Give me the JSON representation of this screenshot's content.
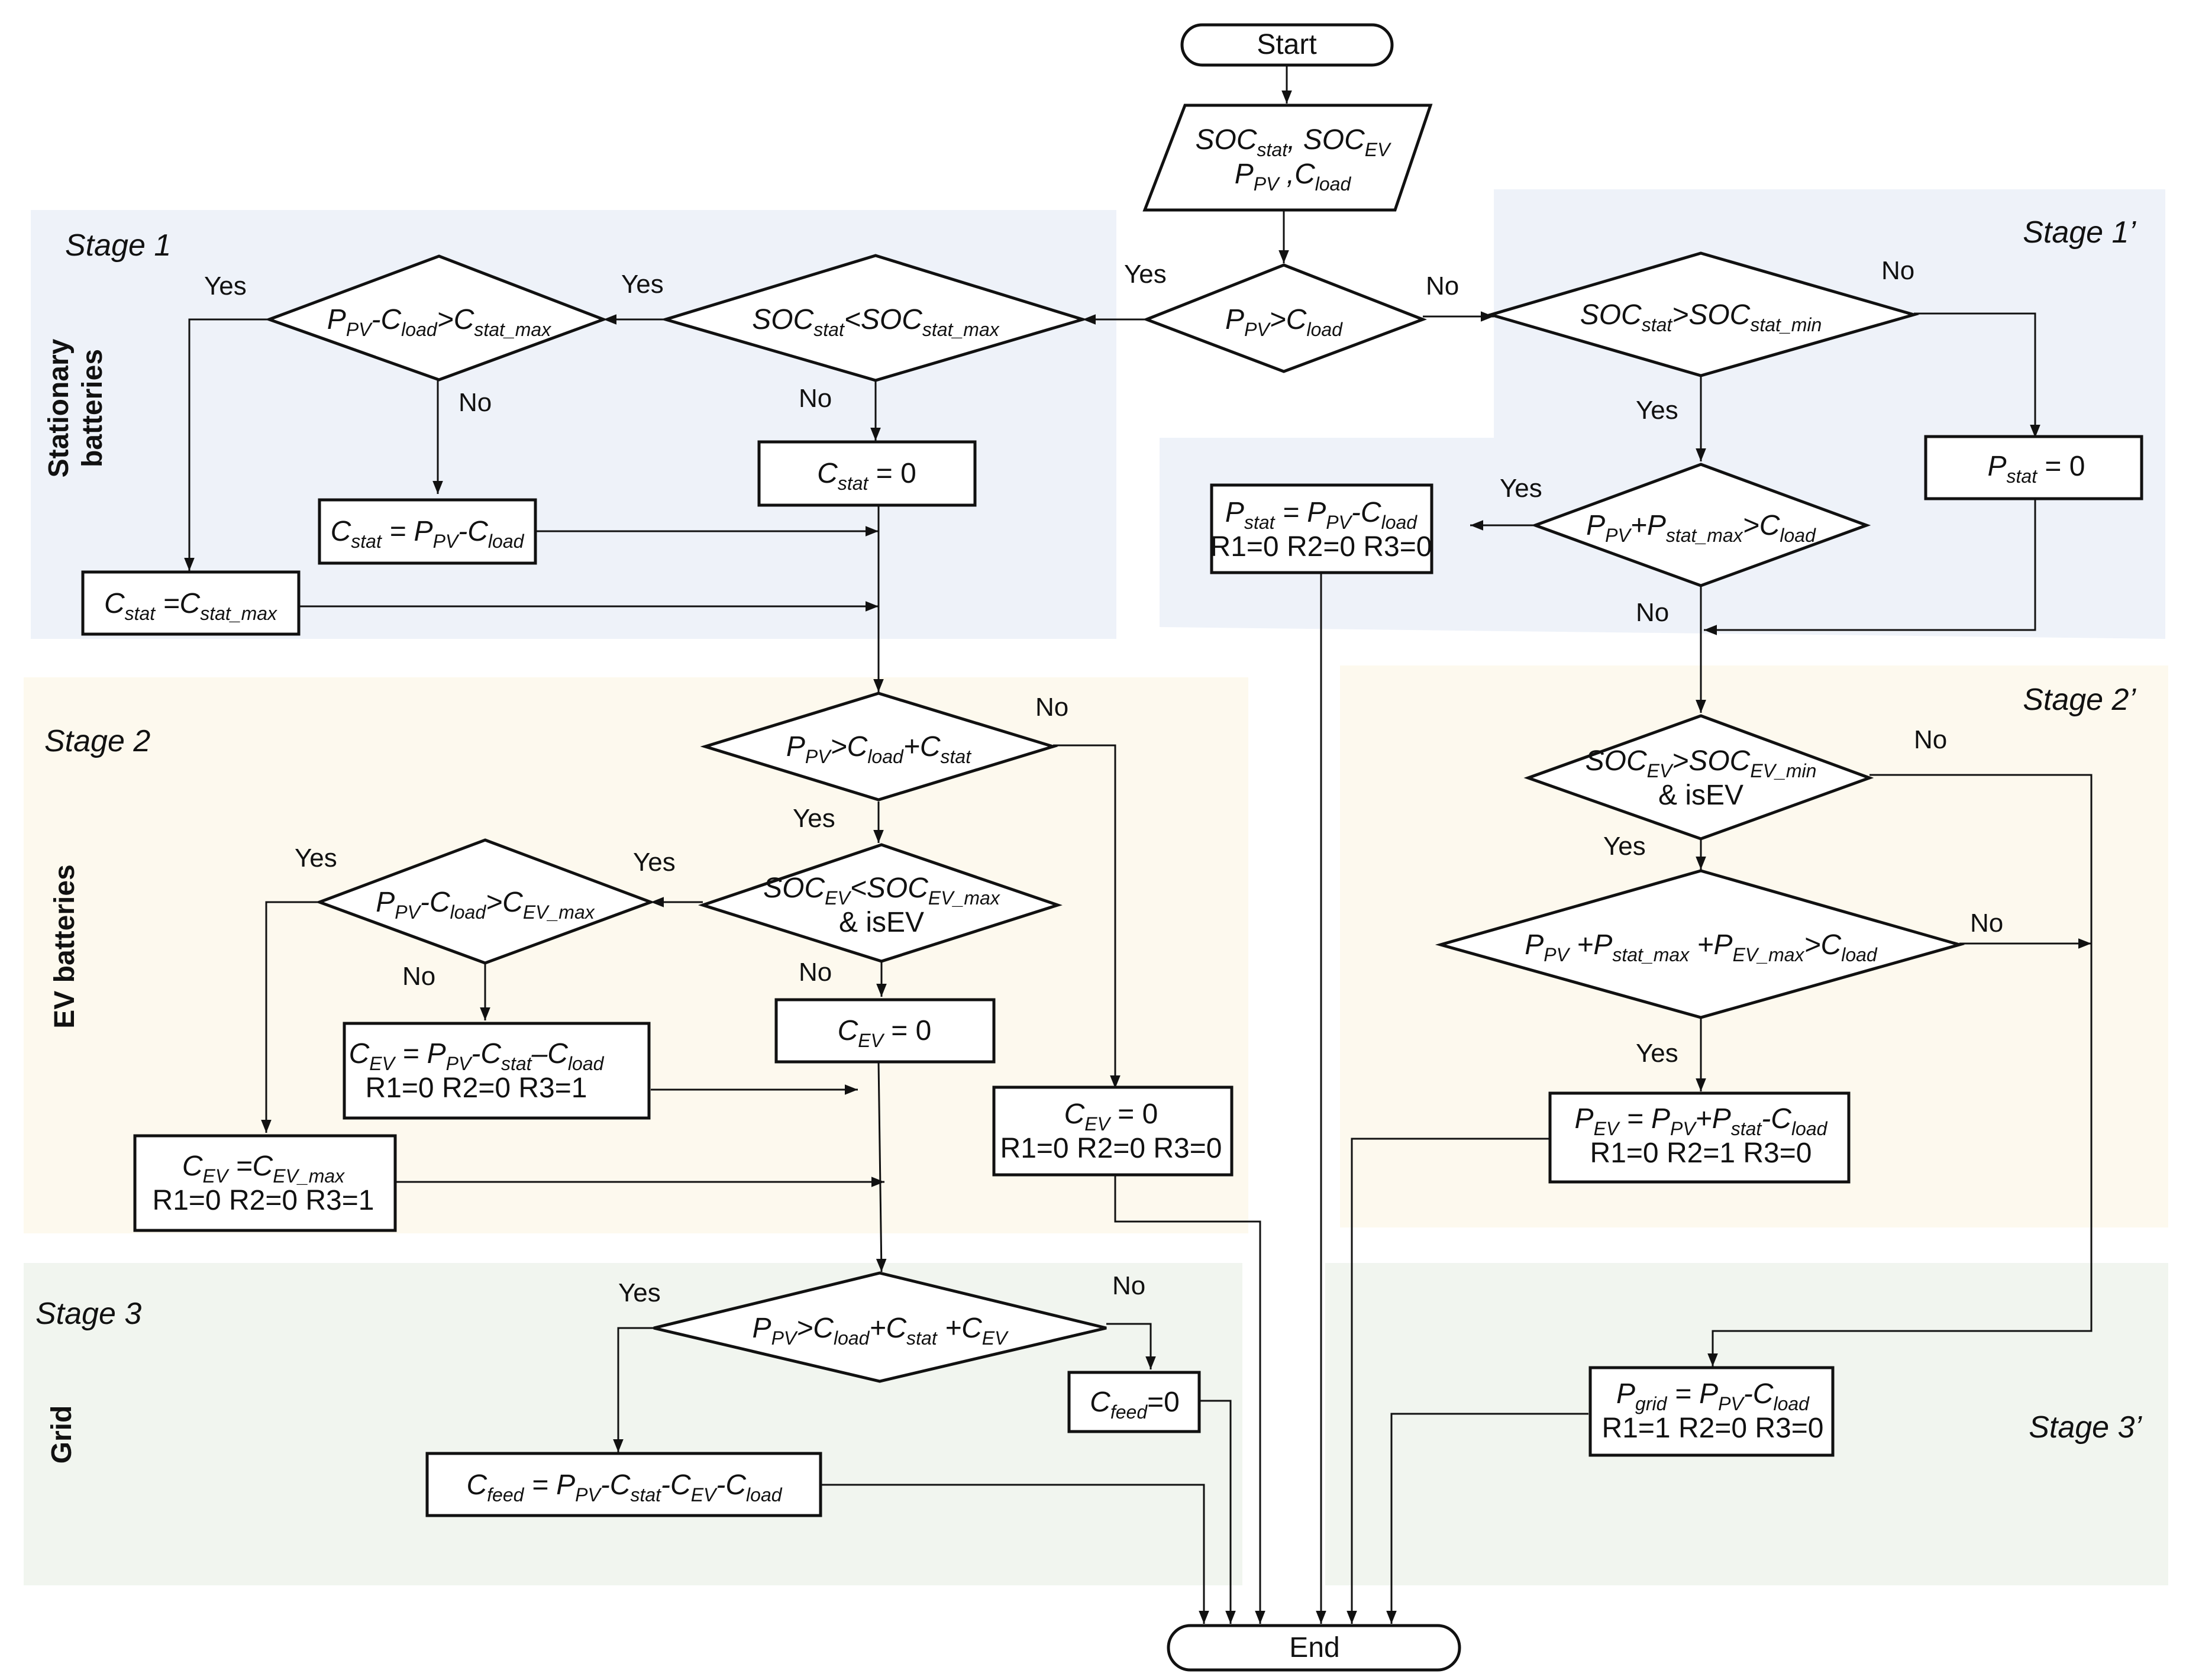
{
  "colors": {
    "stage1_bg": "#eef2f9",
    "stage2_bg": "#fdf9ee",
    "stage3_bg": "#f1f5ef",
    "line": "#111111",
    "node_fill": "#ffffff"
  },
  "stages": {
    "stage1": "Stage 1",
    "stage1p": "Stage 1’",
    "stage2": "Stage 2",
    "stage2p": "Stage 2’",
    "stage3": "Stage 3",
    "stage3p": "Stage 3’"
  },
  "side_labels": {
    "stationary_batteries_line1": "Stationary",
    "stationary_batteries_line2": "batteries",
    "ev_batteries": "EV batteries",
    "grid": "Grid"
  },
  "edge_labels": {
    "top_yes": "Yes",
    "top_no": "No",
    "soc_stat_yes": "Yes",
    "soc_stat_no": "No",
    "pv_cstat_max_yes": "Yes",
    "pv_cstat_max_no": "No",
    "soc_stat_min_no": "No",
    "soc_stat_min_yes": "Yes",
    "pv_pstat_yes": "Yes",
    "pv_pstat_no": "No",
    "pv_cstat_yes": "Yes",
    "pv_cstat_no": "No",
    "soc_ev_yes": "Yes",
    "soc_ev_no": "No",
    "pv_cev_max_yes": "Yes",
    "pv_cev_max_no": "No",
    "soc_ev_min_no": "No",
    "soc_ev_min_yes": "Yes",
    "pv_pev_no": "No",
    "pv_pev_yes": "Yes",
    "pv_feed_yes": "Yes",
    "pv_feed_no": "No"
  },
  "nodes": {
    "start": {
      "lines": [
        [
          {
            "t": "Start",
            "i": false
          }
        ]
      ]
    },
    "input": {
      "lines": [
        [
          {
            "t": "SOC",
            "i": true
          },
          {
            "t": "stat",
            "s": true
          },
          {
            "t": ", SOC",
            "i": true
          },
          {
            "t": "EV",
            "s": true
          }
        ],
        [
          {
            "t": "P",
            "i": true
          },
          {
            "t": "PV",
            "s": true
          },
          {
            "t": " ,C",
            "i": true
          },
          {
            "t": "load",
            "s": true
          }
        ]
      ]
    },
    "d_pv_load": {
      "lines": [
        [
          {
            "t": "P",
            "i": true
          },
          {
            "t": "PV",
            "s": true
          },
          {
            "t": ">C",
            "i": true
          },
          {
            "t": "load",
            "s": true
          }
        ]
      ]
    },
    "d_soc_stat_max": {
      "lines": [
        [
          {
            "t": "SOC",
            "i": true
          },
          {
            "t": "stat",
            "s": true
          },
          {
            "t": "<SOC",
            "i": true
          },
          {
            "t": "stat_max",
            "s": true
          }
        ]
      ]
    },
    "d_pv_cstat_max": {
      "lines": [
        [
          {
            "t": "P",
            "i": true
          },
          {
            "t": "PV",
            "s": true
          },
          {
            "t": "-C",
            "i": true
          },
          {
            "t": "load",
            "s": true
          },
          {
            "t": ">C",
            "i": true
          },
          {
            "t": "stat_max",
            "s": true
          }
        ]
      ]
    },
    "r_cstat_zero": {
      "lines": [
        [
          {
            "t": "C",
            "i": true
          },
          {
            "t": "stat",
            "s": true
          },
          {
            "t": " = 0",
            "i": false
          }
        ]
      ]
    },
    "r_cstat_pv": {
      "lines": [
        [
          {
            "t": "C",
            "i": true
          },
          {
            "t": "stat",
            "s": true
          },
          {
            "t": " = P",
            "i": true
          },
          {
            "t": "PV",
            "s": true
          },
          {
            "t": "-C",
            "i": true
          },
          {
            "t": "load",
            "s": true
          }
        ]
      ]
    },
    "r_cstat_max": {
      "lines": [
        [
          {
            "t": "C",
            "i": true
          },
          {
            "t": "stat",
            "s": true
          },
          {
            "t": " =C",
            "i": true
          },
          {
            "t": "stat_max",
            "s": true
          }
        ]
      ]
    },
    "d_soc_stat_min": {
      "lines": [
        [
          {
            "t": "SOC",
            "i": true
          },
          {
            "t": "stat",
            "s": true
          },
          {
            "t": ">SOC",
            "i": true
          },
          {
            "t": "stat_min",
            "s": true
          }
        ]
      ]
    },
    "r_pstat_zero": {
      "lines": [
        [
          {
            "t": "P",
            "i": true
          },
          {
            "t": "stat",
            "s": true
          },
          {
            "t": " = 0",
            "i": false
          }
        ]
      ]
    },
    "d_pv_pstat_max": {
      "lines": [
        [
          {
            "t": "P",
            "i": true
          },
          {
            "t": "PV",
            "s": true
          },
          {
            "t": "+P",
            "i": true
          },
          {
            "t": "stat_max",
            "s": true
          },
          {
            "t": ">C",
            "i": true
          },
          {
            "t": "load",
            "s": true
          }
        ]
      ]
    },
    "r_pstat_pv": {
      "lines": [
        [
          {
            "t": "P",
            "i": true
          },
          {
            "t": "stat",
            "s": true
          },
          {
            "t": " = P",
            "i": true
          },
          {
            "t": "PV",
            "s": true
          },
          {
            "t": "-C",
            "i": true
          },
          {
            "t": "load",
            "s": true
          }
        ],
        [
          {
            "t": "R1=0 R2=0 R3=0",
            "i": false
          }
        ]
      ]
    },
    "d_pv_cload_cstat": {
      "lines": [
        [
          {
            "t": "P",
            "i": true
          },
          {
            "t": "PV",
            "s": true
          },
          {
            "t": ">C",
            "i": true
          },
          {
            "t": "load",
            "s": true
          },
          {
            "t": "+C",
            "i": true
          },
          {
            "t": "stat",
            "s": true
          }
        ]
      ]
    },
    "d_soc_ev_max": {
      "lines": [
        [
          {
            "t": "SOC",
            "i": true
          },
          {
            "t": "EV",
            "s": true
          },
          {
            "t": "<SOC",
            "i": true
          },
          {
            "t": "EV_max",
            "s": true
          }
        ],
        [
          {
            "t": "& isEV",
            "i": false
          }
        ]
      ]
    },
    "d_pv_cev_max": {
      "lines": [
        [
          {
            "t": "P",
            "i": true
          },
          {
            "t": "PV",
            "s": true
          },
          {
            "t": "-C",
            "i": true
          },
          {
            "t": "load",
            "s": true
          },
          {
            "t": ">C",
            "i": true
          },
          {
            "t": "EV_max",
            "s": true
          }
        ]
      ]
    },
    "r_cev_zero": {
      "lines": [
        [
          {
            "t": "C",
            "i": true
          },
          {
            "t": "EV",
            "s": true
          },
          {
            "t": " = 0",
            "i": false
          }
        ]
      ]
    },
    "r_cev_pv": {
      "lines": [
        [
          {
            "t": "C",
            "i": true
          },
          {
            "t": "EV",
            "s": true
          },
          {
            "t": " = P",
            "i": true
          },
          {
            "t": "PV",
            "s": true
          },
          {
            "t": "-C",
            "i": true
          },
          {
            "t": "stat",
            "s": true
          },
          {
            "t": "–C",
            "i": true
          },
          {
            "t": "load",
            "s": true
          }
        ],
        [
          {
            "t": "R1=0 R2=0 R3=1",
            "i": false
          }
        ]
      ]
    },
    "r_cev_max": {
      "lines": [
        [
          {
            "t": "C",
            "i": true
          },
          {
            "t": "EV",
            "s": true
          },
          {
            "t": " =C",
            "i": true
          },
          {
            "t": "EV_max",
            "s": true
          }
        ],
        [
          {
            "t": "R1=0 R2=0 R3=1",
            "i": false
          }
        ]
      ]
    },
    "r_cev_zero_r": {
      "lines": [
        [
          {
            "t": "C",
            "i": true
          },
          {
            "t": "EV",
            "s": true
          },
          {
            "t": " = 0",
            "i": false
          }
        ],
        [
          {
            "t": "R1=0 R2=0 R3=0",
            "i": false
          }
        ]
      ]
    },
    "d_soc_ev_min": {
      "lines": [
        [
          {
            "t": "SOC",
            "i": true
          },
          {
            "t": "EV",
            "s": true
          },
          {
            "t": ">SOC",
            "i": true
          },
          {
            "t": "EV_min",
            "s": true
          }
        ],
        [
          {
            "t": "& isEV",
            "i": false
          }
        ]
      ]
    },
    "d_pv_pstat_pev": {
      "lines": [
        [
          {
            "t": "P",
            "i": true
          },
          {
            "t": "PV",
            "s": true
          },
          {
            "t": " +P",
            "i": true
          },
          {
            "t": "stat_max",
            "s": true
          },
          {
            "t": " +P",
            "i": true
          },
          {
            "t": "EV_max",
            "s": true
          },
          {
            "t": ">C",
            "i": true
          },
          {
            "t": "load",
            "s": true
          }
        ]
      ]
    },
    "r_pev": {
      "lines": [
        [
          {
            "t": "P",
            "i": true
          },
          {
            "t": "EV",
            "s": true
          },
          {
            "t": " = P",
            "i": true
          },
          {
            "t": "PV",
            "s": true
          },
          {
            "t": "+P",
            "i": true
          },
          {
            "t": "stat",
            "s": true
          },
          {
            "t": "-C",
            "i": true
          },
          {
            "t": "load",
            "s": true
          }
        ],
        [
          {
            "t": "R1=0 R2=1 R3=0",
            "i": false
          }
        ]
      ]
    },
    "d_pv_feed": {
      "lines": [
        [
          {
            "t": "P",
            "i": true
          },
          {
            "t": "PV",
            "s": true
          },
          {
            "t": ">C",
            "i": true
          },
          {
            "t": "load",
            "s": true
          },
          {
            "t": "+C",
            "i": true
          },
          {
            "t": "stat",
            "s": true
          },
          {
            "t": " +C",
            "i": true
          },
          {
            "t": "EV",
            "s": true
          }
        ]
      ]
    },
    "r_cfeed_zero": {
      "lines": [
        [
          {
            "t": "C",
            "i": true
          },
          {
            "t": "feed",
            "s": true
          },
          {
            "t": "=0",
            "i": false
          }
        ]
      ]
    },
    "r_cfeed": {
      "lines": [
        [
          {
            "t": "C",
            "i": true
          },
          {
            "t": "feed",
            "s": true
          },
          {
            "t": " = P",
            "i": true
          },
          {
            "t": "PV",
            "s": true
          },
          {
            "t": "-C",
            "i": true
          },
          {
            "t": "stat",
            "s": true
          },
          {
            "t": "-C",
            "i": true
          },
          {
            "t": "EV",
            "s": true
          },
          {
            "t": "-C",
            "i": true
          },
          {
            "t": "load",
            "s": true
          }
        ]
      ]
    },
    "r_pgrid": {
      "lines": [
        [
          {
            "t": "P",
            "i": true
          },
          {
            "t": "grid",
            "s": true
          },
          {
            "t": " = P",
            "i": true
          },
          {
            "t": "PV",
            "s": true
          },
          {
            "t": "-C",
            "i": true
          },
          {
            "t": "load",
            "s": true
          }
        ],
        [
          {
            "t": "R1=1 R2=0 R3=0",
            "i": false
          }
        ]
      ]
    },
    "end": {
      "lines": [
        [
          {
            "t": "End",
            "i": false
          }
        ]
      ]
    }
  }
}
